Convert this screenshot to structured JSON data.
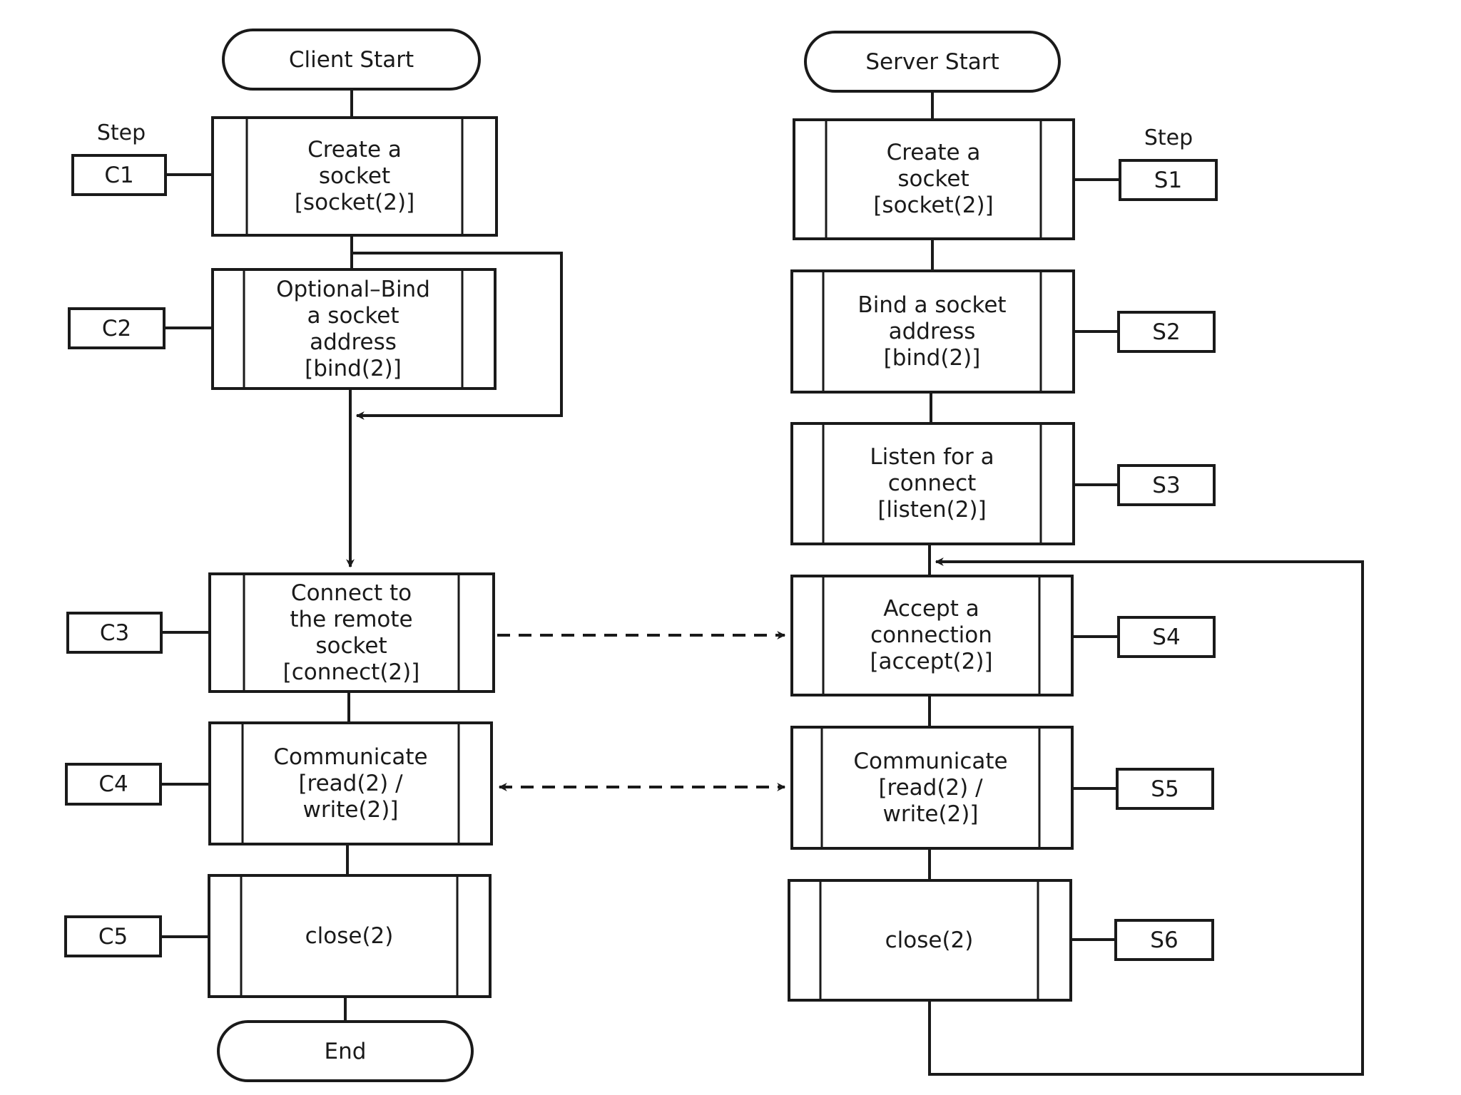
{
  "client": {
    "start": "Client Start",
    "end": "End",
    "step_header": "Step",
    "steps": [
      {
        "id": "C1",
        "text": "Create a\nsocket\n[socket(2)]"
      },
      {
        "id": "C2",
        "text": "Optional–Bind\na socket\naddress\n[bind(2)]"
      },
      {
        "id": "C3",
        "text": "Connect to\nthe remote\nsocket\n[connect(2)]"
      },
      {
        "id": "C4",
        "text": "Communicate\n[read(2) /\nwrite(2)]"
      },
      {
        "id": "C5",
        "text": "close(2)"
      }
    ]
  },
  "server": {
    "start": "Server Start",
    "step_header": "Step",
    "steps": [
      {
        "id": "S1",
        "text": "Create a\nsocket\n[socket(2)]"
      },
      {
        "id": "S2",
        "text": "Bind a socket\naddress\n[bind(2)]"
      },
      {
        "id": "S3",
        "text": "Listen for a\nconnect\n[listen(2)]"
      },
      {
        "id": "S4",
        "text": "Accept a\nconnection\n[accept(2)]"
      },
      {
        "id": "S5",
        "text": "Communicate\n[read(2) /\nwrite(2)]"
      },
      {
        "id": "S6",
        "text": "close(2)"
      }
    ]
  }
}
